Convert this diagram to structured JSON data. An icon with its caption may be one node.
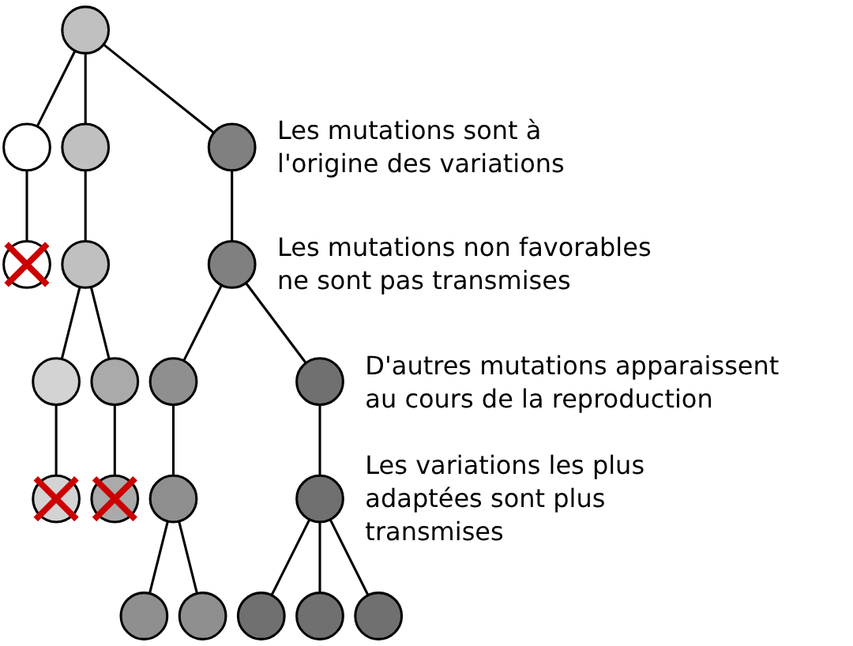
{
  "diagram": {
    "nodes": [
      {
        "text": [],
        "shape": "circle"
      },
      {
        "text": [],
        "shape": "circle"
      },
      {
        "text": [],
        "shape": "circle"
      },
      {
        "text": [],
        "shape": "circle"
      },
      {
        "text": [],
        "shape": "circle"
      },
      {
        "text": [],
        "shape": "circle"
      },
      {
        "text": [],
        "shape": "circle"
      },
      {
        "text": [],
        "shape": "circle"
      },
      {
        "text": [],
        "shape": "circle"
      },
      {
        "text": [],
        "shape": "circle"
      },
      {
        "text": [],
        "shape": "circle"
      },
      {
        "text": [],
        "shape": "circle"
      },
      {
        "text": [],
        "shape": "circle"
      },
      {
        "text": [],
        "shape": "circle"
      },
      {
        "text": [],
        "shape": "circle"
      },
      {
        "text": [],
        "shape": "circle"
      },
      {
        "text": [],
        "shape": "circle"
      },
      {
        "text": [],
        "shape": "circle"
      },
      {
        "text": [],
        "shape": "circle"
      },
      {
        "text": [],
        "shape": "circle"
      }
    ],
    "edges": [
      {
        "from": 0,
        "to": 1,
        "arrow": "none"
      },
      {
        "from": 0,
        "to": 2,
        "arrow": "none"
      },
      {
        "from": 0,
        "to": 3,
        "arrow": "none"
      },
      {
        "from": 1,
        "to": 4,
        "arrow": "none"
      },
      {
        "from": 2,
        "to": 5,
        "arrow": "none"
      },
      {
        "from": 3,
        "to": 6,
        "arrow": "none"
      },
      {
        "from": 5,
        "to": 7,
        "arrow": "none"
      },
      {
        "from": 5,
        "to": 8,
        "arrow": "none"
      },
      {
        "from": 6,
        "to": 9,
        "arrow": "none"
      },
      {
        "from": 6,
        "to": 10,
        "arrow": "none"
      },
      {
        "from": 7,
        "to": 11,
        "arrow": "none"
      },
      {
        "from": 8,
        "to": 12,
        "arrow": "none"
      },
      {
        "from": 9,
        "to": 13,
        "arrow": "none"
      },
      {
        "from": 10,
        "to": 14,
        "arrow": "none"
      },
      {
        "from": 13,
        "to": 15,
        "arrow": "none"
      },
      {
        "from": 13,
        "to": 16,
        "arrow": "none"
      },
      {
        "from": 14,
        "to": 17,
        "arrow": "none"
      },
      {
        "from": 14,
        "to": 18,
        "arrow": "none"
      },
      {
        "from": 14,
        "to": 19,
        "arrow": "none"
      }
    ],
    "labels": [
      "Les mutations sont à l'origine des variations",
      "Les mutations non favorables ne sont pas transmises",
      "D'autres mutations apparaissent au cours de la reproduction",
      "Les variations les plus adaptées sont plus transmises"
    ]
  }
}
